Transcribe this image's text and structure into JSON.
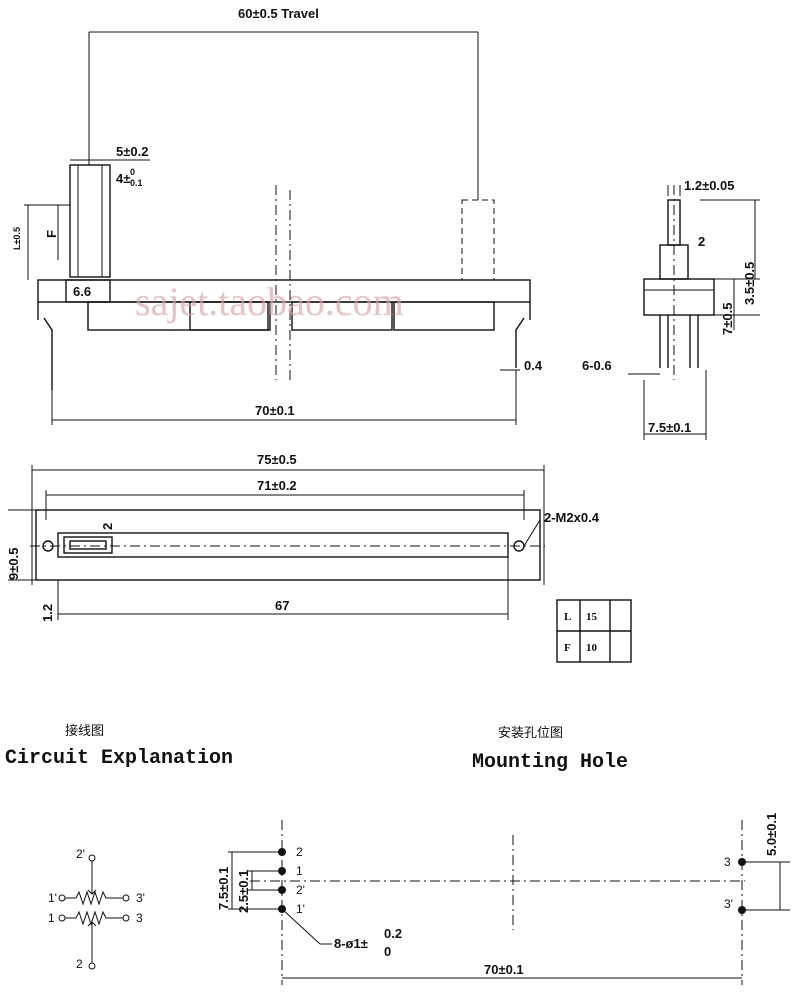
{
  "watermark": "sajet.taobao.com",
  "front_view": {
    "travel": "60±0.5 Travel",
    "knob_width": "5±0.2",
    "knob_inner": "4±",
    "knob_inner_tol_upper": "0",
    "knob_inner_tol_lower": "0.1",
    "height_L": "L±0.5",
    "F_label": "F",
    "knob_base": "6.6",
    "pin_offset": "0.4",
    "length": "70±0.1"
  },
  "side_view": {
    "shaft_width": "1.2±0.05",
    "shaft_tip": "2",
    "h1": "3.5±0.5",
    "h2": "7±0.5",
    "pin": "6-0.6",
    "depth": "7.5±0.1"
  },
  "top_view": {
    "overall": "75±0.5",
    "inner": "71±0.2",
    "height": "9±0.5",
    "slot": "2",
    "screw": "2-M2x0.4",
    "offset": "1.2",
    "travel_len": "67"
  },
  "table": {
    "rows": [
      {
        "key": "L",
        "value": "15"
      },
      {
        "key": "F",
        "value": "10"
      }
    ]
  },
  "circuit": {
    "title_cn": "接线图",
    "title_en": "Circuit Explanation",
    "pins": [
      "2'",
      "1'",
      "3'",
      "1",
      "3",
      "2"
    ]
  },
  "mounting": {
    "title_cn": "安装孔位图",
    "title_en": "Mounting Hole",
    "d1": "7.5±0.1",
    "d2": "2.5±0.1",
    "d3": "5.0±0.1",
    "holes": "8-ø1±",
    "holes_tol_upper": "0.2",
    "holes_tol_lower": "0",
    "length": "70±0.1",
    "left_pins": [
      "2",
      "1",
      "2'",
      "1'"
    ],
    "right_pins": [
      "3",
      "3'"
    ]
  }
}
